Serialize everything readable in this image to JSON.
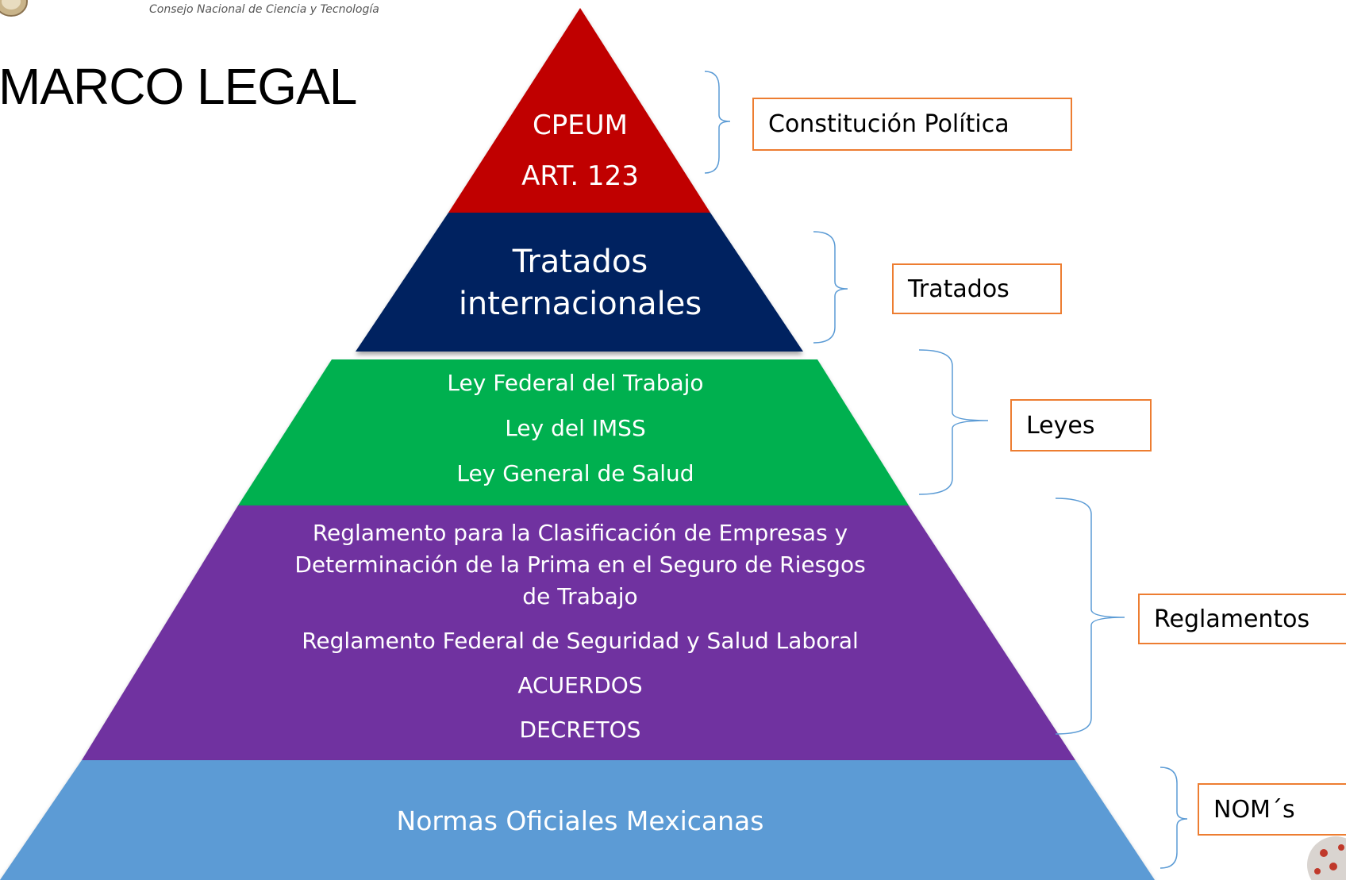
{
  "header": {
    "org_name": "Consejo Nacional de Ciencia y Tecnología",
    "logo_icon": "coat-of-arms-icon"
  },
  "title": "MARCO LEGAL",
  "pyramid": {
    "tiers": [
      {
        "id": "cpeum",
        "color": "#c00000",
        "lines": [
          "CPEUM",
          "ART. 123"
        ]
      },
      {
        "id": "tratados",
        "color": "#002060",
        "lines": [
          "Tratados",
          "internacionales"
        ]
      },
      {
        "id": "leyes",
        "color": "#00b050",
        "lines": [
          "Ley Federal del Trabajo",
          "Ley del IMSS",
          "Ley General de Salud"
        ]
      },
      {
        "id": "reglamentos",
        "color": "#7030a0",
        "lines": [
          "Reglamento para la Clasificación de Empresas y",
          "Determinación de la Prima en el Seguro de Riesgos",
          "de Trabajo",
          "Reglamento Federal de Seguridad y Salud Laboral",
          "ACUERDOS",
          "DECRETOS"
        ]
      },
      {
        "id": "noms",
        "color": "#5b9bd5",
        "lines": [
          "Normas Oficiales Mexicanas"
        ]
      }
    ]
  },
  "labels": {
    "constitucion": "Constitución Política",
    "tratados": "Tratados",
    "leyes": "Leyes",
    "reglamentos": "Reglamentos",
    "noms": "NOM´s"
  },
  "colors": {
    "label_border": "#ed7d31",
    "brace": "#5b9bd5"
  }
}
